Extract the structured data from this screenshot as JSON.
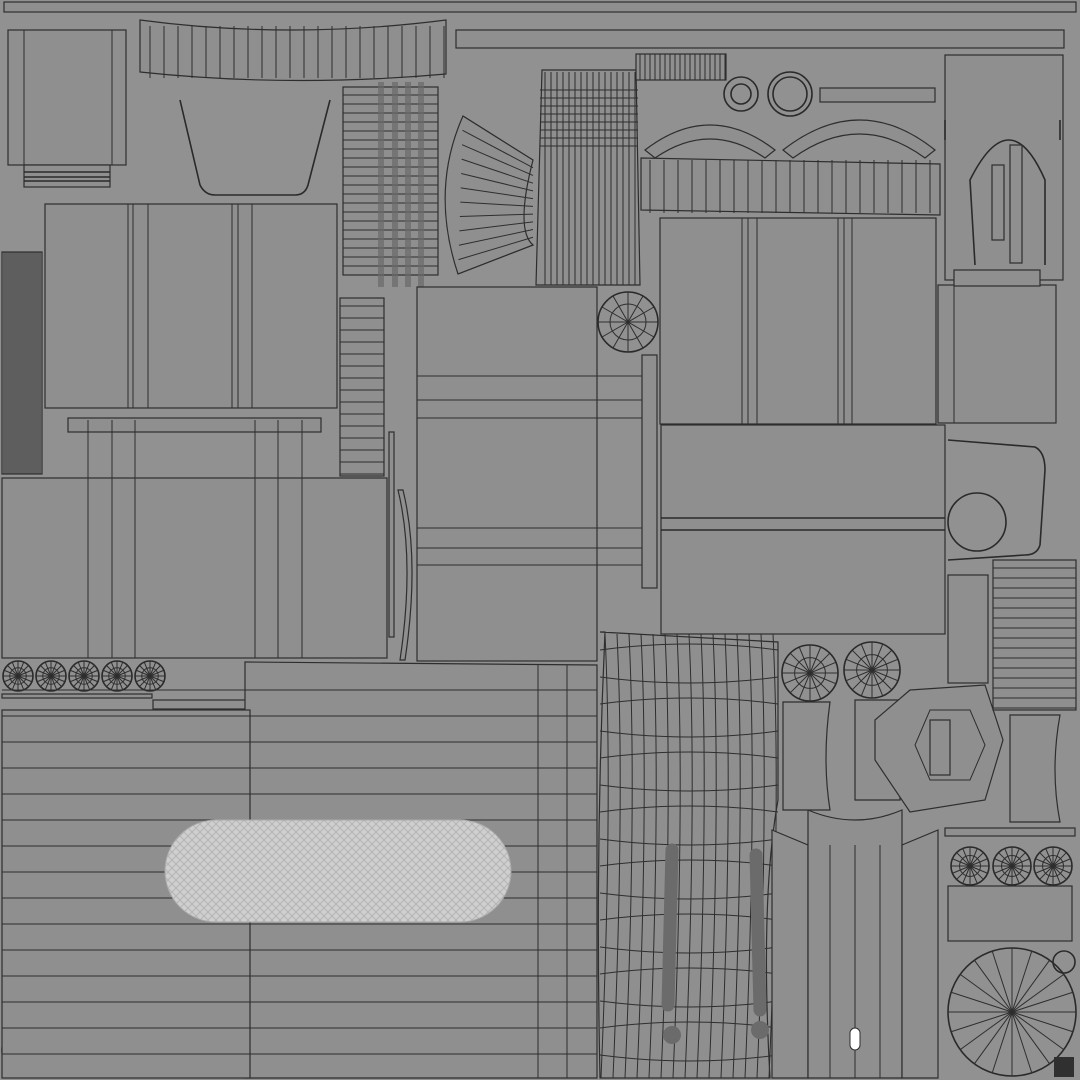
{
  "colors": {
    "background": "#919191",
    "wire": "#2e2e2e",
    "dense_wire": "#3a3a3a",
    "highlight_fill": "#cdcdcd",
    "shadow_stroke": "#6a6a6a"
  },
  "canvas": {
    "islands": [
      {
        "name": "top-strip-island"
      },
      {
        "name": "cover-panel-island"
      },
      {
        "name": "large-rect-island"
      },
      {
        "name": "bottom-panel-island"
      },
      {
        "name": "curved-strip-island"
      },
      {
        "name": "circle-fan-island"
      },
      {
        "name": "oval-highlight-island"
      }
    ]
  }
}
